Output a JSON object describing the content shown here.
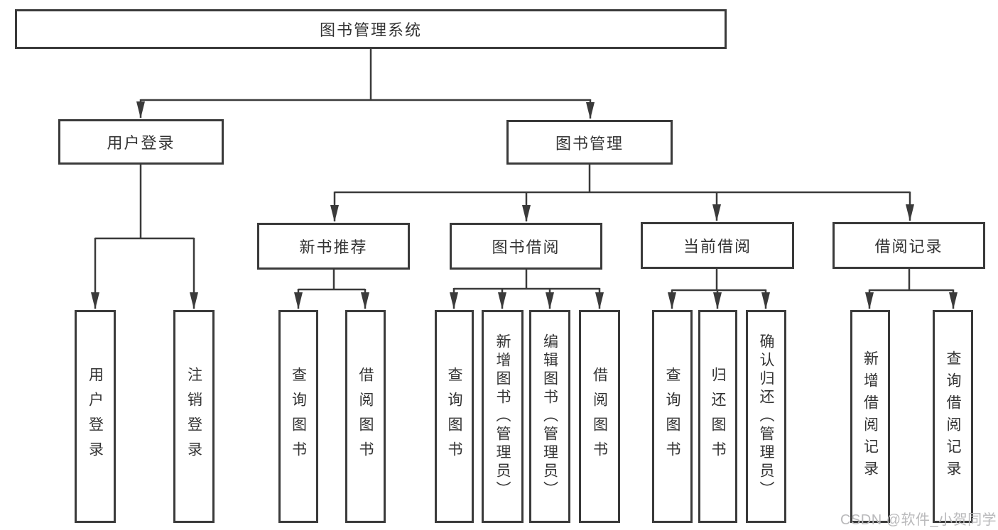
{
  "diagram": {
    "title_node": "图书管理系统",
    "colors": {
      "line": "#3a3a3a",
      "box_border": "#3a3a3a",
      "text": "#333333",
      "background": "#ffffff",
      "watermark": "#b9b9bb"
    }
  },
  "nodes": {
    "root": {
      "label": "图书管理系统"
    },
    "user_login": {
      "label": "用户登录"
    },
    "book_mgmt": {
      "label": "图书管理"
    },
    "new_book_rec": {
      "label": "新书推荐"
    },
    "book_borrow": {
      "label": "图书借阅"
    },
    "current_borrow": {
      "label": "当前借阅"
    },
    "borrow_records": {
      "label": "借阅记录"
    },
    "leaf_user_login": {
      "label": "用户登录"
    },
    "leaf_logout": {
      "label": "注销登录"
    },
    "leaf_query_book_1": {
      "label": "查询图书"
    },
    "leaf_borrow_book_1": {
      "label": "借阅图书"
    },
    "leaf_query_book_2": {
      "label": "查询图书"
    },
    "leaf_add_book": {
      "label": "新增图书（管理员）"
    },
    "leaf_edit_book": {
      "label": "编辑图书（管理员）"
    },
    "leaf_borrow_book_2": {
      "label": "借阅图书"
    },
    "leaf_query_book_3": {
      "label": "查询图书"
    },
    "leaf_return_book": {
      "label": "归还图书"
    },
    "leaf_confirm_return": {
      "label": "确认归还（管理员）"
    },
    "leaf_add_record": {
      "label": "新增借阅记录"
    },
    "leaf_query_record": {
      "label": "查询借阅记录"
    }
  },
  "watermark": {
    "text": "CSDN @软件_小贺同学"
  }
}
